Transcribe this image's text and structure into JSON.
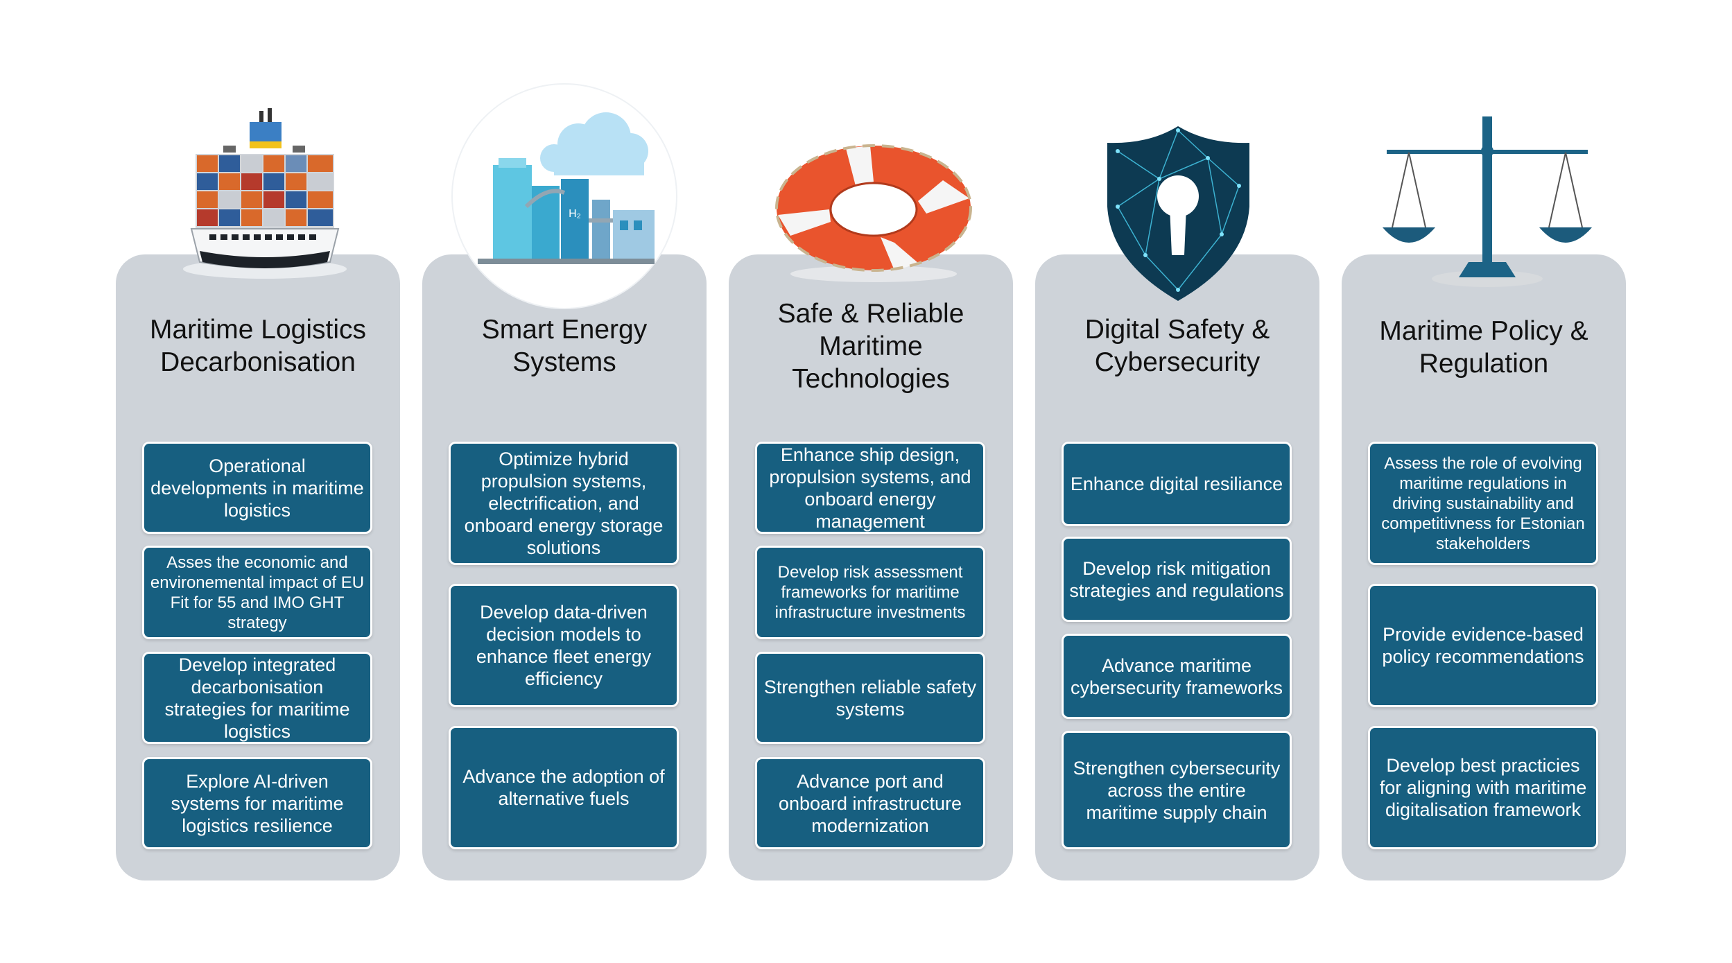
{
  "columns": [
    {
      "title": "Maritime Logistics\nDecarbonisation",
      "icon": "cargo-ship-icon",
      "items": [
        "Operational developments in maritime logistics",
        "Asses the economic and environemental impact of EU Fit for 55 and IMO GHT strategy",
        "Develop integrated decarbonisation strategies for maritime logistics",
        "Explore AI-driven systems for maritime logistics resilience"
      ]
    },
    {
      "title": "Smart Energy\nSystems",
      "icon": "hydrogen-plant-icon",
      "icon_text": "H₂",
      "items": [
        "Optimize hybrid propulsion systems, electrification, and onboard energy storage solutions",
        "Develop data-driven decision models to enhance fleet energy efficiency",
        "Advance the adoption of alternative fuels"
      ]
    },
    {
      "title": "Safe & Reliable\nMaritime\nTechnologies",
      "icon": "life-buoy-icon",
      "items": [
        "Enhance ship design, propulsion systems, and onboard energy management",
        "Develop risk assessment frameworks for maritime infrastructure investments",
        "Strengthen reliable safety systems",
        "Advance port and onboard infrastructure modernization"
      ]
    },
    {
      "title": "Digital Safety &\nCybersecurity",
      "icon": "shield-keyhole-icon",
      "items": [
        "Enhance digital resiliance",
        "Develop risk mitigation strategies and regulations",
        "Advance maritime cybersecurity frameworks",
        "Strengthen cybersecurity across the entire maritime supply chain"
      ]
    },
    {
      "title": "Maritime Policy &\nRegulation",
      "icon": "balance-scale-icon",
      "items": [
        "Assess the role of evolving maritime regulations in driving sustainability and competitivness for Estonian stakeholders",
        "Provide evidence-based policy recommendations",
        "Develop best practicies for aligning with maritime digitalisation framework"
      ]
    }
  ],
  "colors": {
    "panel": "#ced3d9",
    "box": "#175f80",
    "box_text": "#ffffff",
    "title_text": "#111111"
  }
}
